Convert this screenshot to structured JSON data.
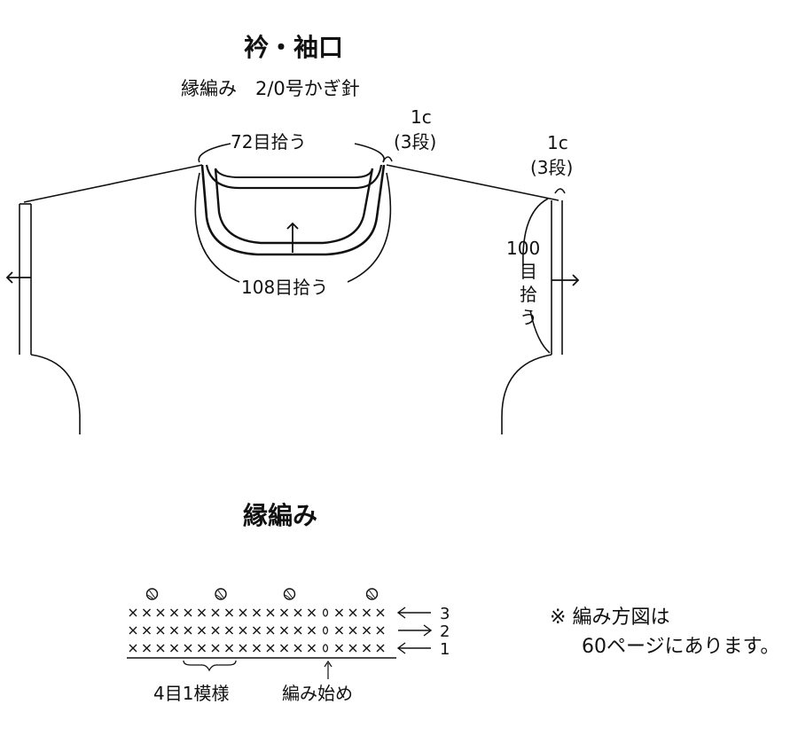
{
  "collar_section": {
    "title": "衿・袖口",
    "subtitle": "縁編み　2/0号かぎ針",
    "neck_top_pickup": "72目拾う",
    "neck_bottom_pickup": "108目拾う",
    "neck_rows": "1c",
    "neck_rows_paren": "(3段)",
    "sleeve_rows": "1c",
    "sleeve_rows_paren": "(3段)",
    "sleeve_pickup_chars": [
      "100",
      "目",
      "拾",
      "う"
    ]
  },
  "edge_section": {
    "title": "縁編み",
    "row_numbers": [
      "3",
      "2",
      "1"
    ],
    "repeat_label": "4目1模様",
    "start_label": "編み始め"
  },
  "note": {
    "mark": "※",
    "line1": "編み方図は",
    "line2": "60ページにあります。"
  }
}
